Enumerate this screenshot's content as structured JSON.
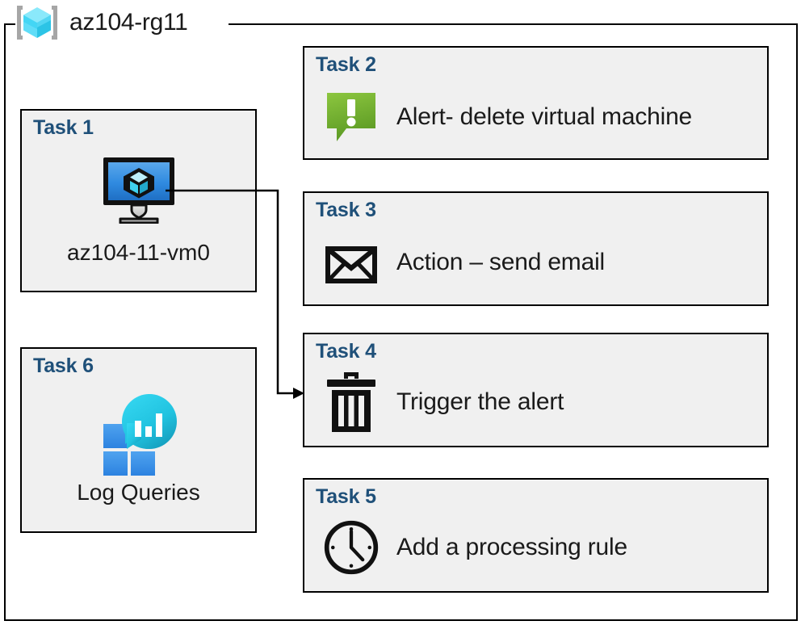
{
  "resource_group": {
    "icon": "resource-group-cube-icon",
    "label": "az104-rg11",
    "frame_color": "#000000"
  },
  "palette": {
    "card_background": "#f0f0f0",
    "card_border": "#000000",
    "title_blue": "#1f5079",
    "body_text": "#1a1a1a",
    "alert_green": "#7ab547",
    "vm_blue": "#2f8ae0",
    "log_cyan": "#2fbde0",
    "log_blue": "#3392e8"
  },
  "cards": [
    {
      "id": "task-1",
      "title": "Task 1",
      "layout": "vertical",
      "icon": "virtual-machine-icon",
      "caption": "az104-11-vm0"
    },
    {
      "id": "task-2",
      "title": "Task 2",
      "layout": "horizontal",
      "icon": "alert-callout-icon",
      "label": "Alert- delete virtual machine"
    },
    {
      "id": "task-3",
      "title": "Task 3",
      "layout": "horizontal",
      "icon": "envelope-icon",
      "label": "Action – send email"
    },
    {
      "id": "task-4",
      "title": "Task 4",
      "layout": "horizontal",
      "icon": "trash-can-icon",
      "label": "Trigger the alert"
    },
    {
      "id": "task-5",
      "title": "Task 5",
      "layout": "horizontal",
      "icon": "clock-icon",
      "label": "Add a processing rule"
    },
    {
      "id": "task-6",
      "title": "Task 6",
      "layout": "vertical",
      "icon": "log-analytics-icon",
      "caption": "Log Queries"
    }
  ],
  "connector": {
    "from": "task-1-virtual-machine-icon",
    "to": "task-4",
    "arrow": "arrowhead-right"
  }
}
